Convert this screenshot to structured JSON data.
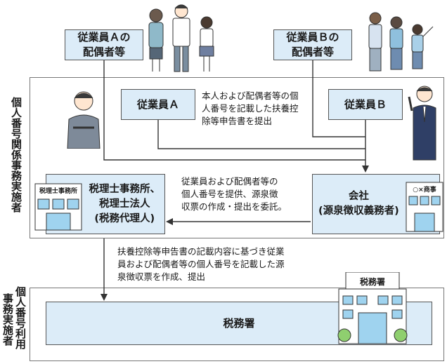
{
  "boxes": {
    "spouse_a": "従業員Ａの\n配偶者等",
    "spouse_b": "従業員Ｂの\n配偶者等",
    "employee_a": "従業員Ａ",
    "employee_b": "従業員Ｂ",
    "tax_firm": "税理士事務所、\n税理士法人\n(税務代理人)",
    "company": "会社\n(源泉徴収義務者)",
    "tax_office": "税務署"
  },
  "side_labels": {
    "handler": "個人番号関係事務実施者",
    "user_line1": "個人番号利用",
    "user_line2": "事務実施者"
  },
  "notes": {
    "submit": "本人および配偶者等の個\n人番号を記載した扶養控\n除等申告書を提出",
    "entrust": "従業員および配偶者等の\n個人番号を提供、源泉徴\n収票の作成・提出を委託。",
    "create": "扶養控除等申告書の記載内容に基づき従業\n員および配偶者等の個人番号を記載した源\n泉徴収票を作成、提出"
  },
  "building_signs": {
    "tax_firm_sign": "税理士事務所",
    "company_sign": "○×商事",
    "tax_office_sign": "税務署"
  },
  "colors": {
    "box_fill": "#dcecf8",
    "frame_border": "#777777",
    "line": "#333333"
  }
}
